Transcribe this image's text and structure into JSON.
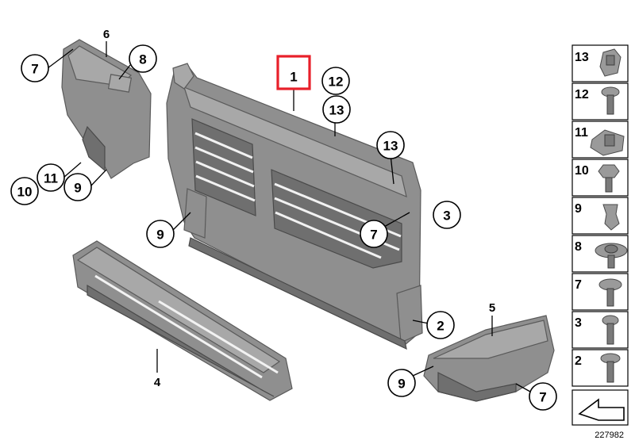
{
  "diagram_id": "227982",
  "highlighted_part": "1",
  "callouts": {
    "part_1": "1",
    "part_2": "2",
    "part_3": "3",
    "part_4": "4",
    "part_5": "5",
    "part_6": "6",
    "part_7_a": "7",
    "part_7_b": "7",
    "part_7_c": "7",
    "part_8": "8",
    "part_9_a": "9",
    "part_9_b": "9",
    "part_9_c": "9",
    "part_10": "10",
    "part_11": "11",
    "part_12": "12",
    "part_13_a": "13",
    "part_13_b": "13"
  },
  "legend": [
    "13",
    "12",
    "11",
    "10",
    "9",
    "8",
    "7",
    "3",
    "2"
  ],
  "colors": {
    "highlight": "#e8202a",
    "part_fill": "#8f8f8f",
    "outline": "#000000"
  }
}
